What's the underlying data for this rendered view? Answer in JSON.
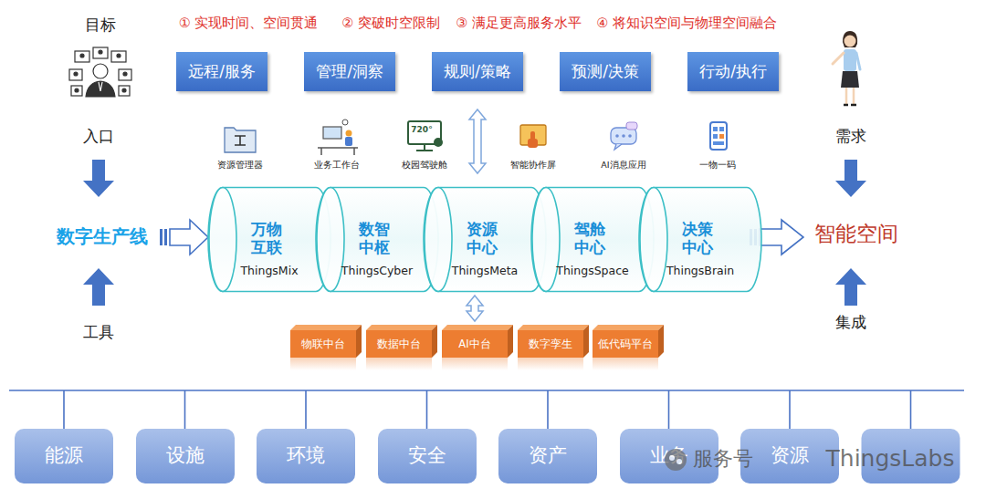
{
  "diagram": {
    "nodes": [
      {
        "text": [
          "远程/服务"
        ]
      },
      {
        "text": [
          "管理/洞察"
        ]
      },
      {
        "text": [
          "规则/策略"
        ]
      },
      {
        "text": [
          "预测/决策"
        ]
      },
      {
        "text": [
          "行动/执行"
        ]
      },
      {
        "text": [
          "万物 互联",
          "ThingsMix"
        ]
      },
      {
        "text": [
          "数智 中枢",
          "ThingsCyber"
        ]
      },
      {
        "text": [
          "资源 中心",
          "ThingsMeta"
        ]
      },
      {
        "text": [
          "驾舱 中心",
          "ThingsSpace"
        ]
      },
      {
        "text": [
          "决策 中心",
          "ThingsBrain"
        ]
      },
      {
        "text": [
          "物联中台"
        ]
      },
      {
        "text": [
          "数据中台"
        ]
      },
      {
        "text": [
          "AI中台"
        ]
      },
      {
        "text": [
          "数字孪生"
        ]
      },
      {
        "text": [
          "低代码平台"
        ]
      },
      {
        "text": [
          "能源"
        ]
      },
      {
        "text": [
          "设施"
        ]
      },
      {
        "text": [
          "环境"
        ]
      },
      {
        "text": [
          "安全"
        ]
      },
      {
        "text": [
          "资产"
        ]
      },
      {
        "text": [
          "业务"
        ]
      },
      {
        "text": [
          "资源"
        ]
      }
    ],
    "edges": [
      {
        "from": 2,
        "to": 7,
        "arrow": "both"
      },
      {
        "from": 7,
        "to": 12,
        "arrow": "both"
      }
    ],
    "labels": [
      "目标",
      "入口",
      "数字生产线",
      "工具",
      "① 实现时间、空间贯通",
      "② 突破时空限制",
      "③ 满足更高服务水平",
      "④ 将知识空间与物理空间融合",
      "资源管理器",
      "业务工作台",
      "720°",
      "校园驾驶舱",
      "智能协作屏",
      "AI消息应用",
      "一物一码",
      "需求",
      "智能空间",
      "集成",
      "服务号",
      "ThingsLabs"
    ]
  }
}
